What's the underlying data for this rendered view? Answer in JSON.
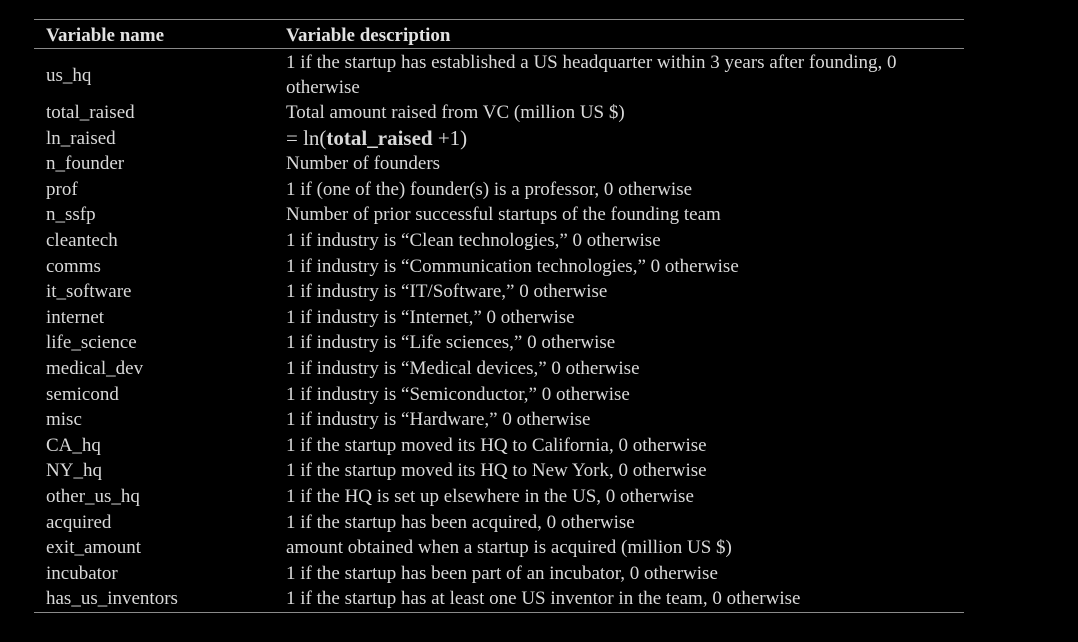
{
  "table": {
    "headers": {
      "name": "Variable name",
      "description": "Variable description"
    },
    "rows": [
      {
        "name": "us_hq",
        "description": "1 if the startup has established a US headquarter within 3 years after founding, 0 otherwise"
      },
      {
        "name": "total_raised",
        "description": "Total amount raised from VC (million US $)"
      },
      {
        "name": "ln_raised",
        "formula_prefix": "= ln(",
        "formula_bold": "total_raised",
        "formula_suffix": " +1)"
      },
      {
        "name": "n_founder",
        "description": "Number of founders"
      },
      {
        "name": "prof",
        "description": "1 if (one of the) founder(s) is a professor, 0 otherwise"
      },
      {
        "name": "n_ssfp",
        "description": "Number of prior successful startups of the founding team"
      },
      {
        "name": "cleantech",
        "description": "1 if industry is “Clean technologies,” 0 otherwise"
      },
      {
        "name": "comms",
        "description": "1 if industry is “Communication technologies,” 0 otherwise"
      },
      {
        "name": "it_software",
        "description": "1 if industry is “IT/Software,” 0 otherwise"
      },
      {
        "name": "internet",
        "description": "1 if industry is “Internet,” 0 otherwise"
      },
      {
        "name": "life_science",
        "description": "1 if industry is “Life sciences,” 0 otherwise"
      },
      {
        "name": "medical_dev",
        "description": "1 if industry is “Medical devices,” 0 otherwise"
      },
      {
        "name": "semicond",
        "description": "1 if industry is “Semiconductor,” 0 otherwise"
      },
      {
        "name": "misc",
        "description": "1 if industry is “Hardware,” 0 otherwise"
      },
      {
        "name": "CA_hq",
        "description": "1 if the startup moved its HQ to California, 0 otherwise"
      },
      {
        "name": "NY_hq",
        "description": "1 if the startup moved its HQ to New York, 0 otherwise"
      },
      {
        "name": "other_us_hq",
        "description": "1 if the HQ is set up elsewhere in the US, 0 otherwise"
      },
      {
        "name": "acquired",
        "description": "1 if the startup has been acquired, 0 otherwise"
      },
      {
        "name": "exit_amount",
        "description": "amount obtained when a startup is acquired (million US $)"
      },
      {
        "name": "incubator",
        "description": "1 if the startup has been part of an incubator, 0 otherwise"
      },
      {
        "name": "has_us_inventors",
        "description": "1 if the startup has at least one US inventor in the team, 0 otherwise"
      }
    ]
  }
}
